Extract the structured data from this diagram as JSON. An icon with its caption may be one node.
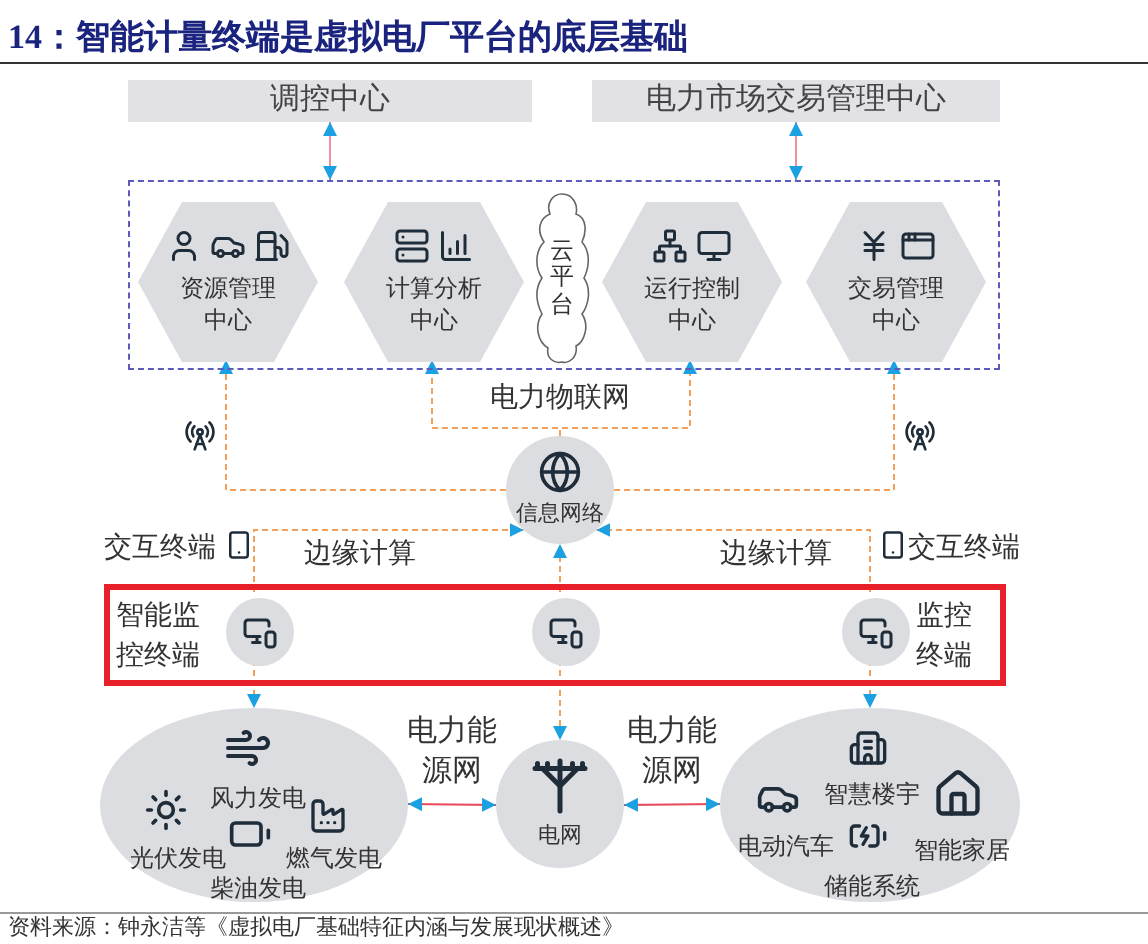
{
  "diagram": {
    "title": "14：智能计量终端是虚拟电厂平台的底层基础",
    "caption": "资料来源：钟永洁等《虚拟电厂基础特征内涵与发展现状概述》",
    "nodes": [
      {
        "text": [
          "调控中心"
        ]
      },
      {
        "text": [
          "电力市场交易管理中心"
        ]
      },
      {
        "text": [],
        "shape": "box"
      },
      {
        "text": [
          "资源管理中心"
        ],
        "in": 2
      },
      {
        "text": [
          "计算分析中心"
        ],
        "in": 2
      },
      {
        "text": [
          "云平台"
        ],
        "in": 2
      },
      {
        "text": [
          "运行控制中心"
        ],
        "in": 2
      },
      {
        "text": [
          "交易管理中心"
        ],
        "in": 2
      },
      {
        "text": [
          "信息网络"
        ]
      },
      {
        "text": [],
        "shape": "box"
      },
      {
        "text": [],
        "shape": "circle",
        "in": 9
      },
      {
        "text": [],
        "shape": "circle",
        "in": 9
      },
      {
        "text": [],
        "shape": "circle",
        "in": 9
      },
      {
        "text": [
          "风力发电",
          "光伏发电",
          "柴油发电",
          "燃气发电"
        ]
      },
      {
        "text": [
          "电网"
        ]
      },
      {
        "text": [
          "智慧楼宇",
          "电动汽车",
          "储能系统",
          "智能家居"
        ]
      }
    ],
    "edges": [
      {
        "from": 0,
        "to": 2,
        "arrow": "both",
        "color": "#ef8fa0"
      },
      {
        "from": 1,
        "to": 2,
        "arrow": "both",
        "color": "#ef8fa0"
      },
      {
        "from": 8,
        "to": 3,
        "arrow": "to",
        "style": "dashed"
      },
      {
        "from": 8,
        "to": 4,
        "arrow": "to",
        "style": "dashed"
      },
      {
        "from": 8,
        "to": 6,
        "arrow": "to",
        "style": "dashed"
      },
      {
        "from": 8,
        "to": 7,
        "arrow": "to",
        "style": "dashed"
      },
      {
        "from": 10,
        "to": 8,
        "arrow": "to",
        "style": "dashed"
      },
      {
        "from": 11,
        "to": 8,
        "arrow": "to",
        "style": "dashed"
      },
      {
        "from": 12,
        "to": 8,
        "arrow": "to",
        "style": "dashed"
      },
      {
        "from": 10,
        "to": 13,
        "arrow": "to",
        "style": "dashed"
      },
      {
        "from": 11,
        "to": 14,
        "arrow": "to",
        "style": "dashed"
      },
      {
        "from": 12,
        "to": 15,
        "arrow": "to",
        "style": "dashed"
      },
      {
        "from": 13,
        "to": 14,
        "arrow": "both",
        "label": "电力能源网",
        "color": "#e8485a"
      },
      {
        "from": 14,
        "to": 15,
        "arrow": "both",
        "label": "电力能源网",
        "color": "#e8485a"
      }
    ],
    "labels": [
      "电力物联网",
      "交互终端",
      "边缘计算",
      "边缘计算",
      "交互终端",
      "智能监控终端",
      "监控终端"
    ]
  }
}
